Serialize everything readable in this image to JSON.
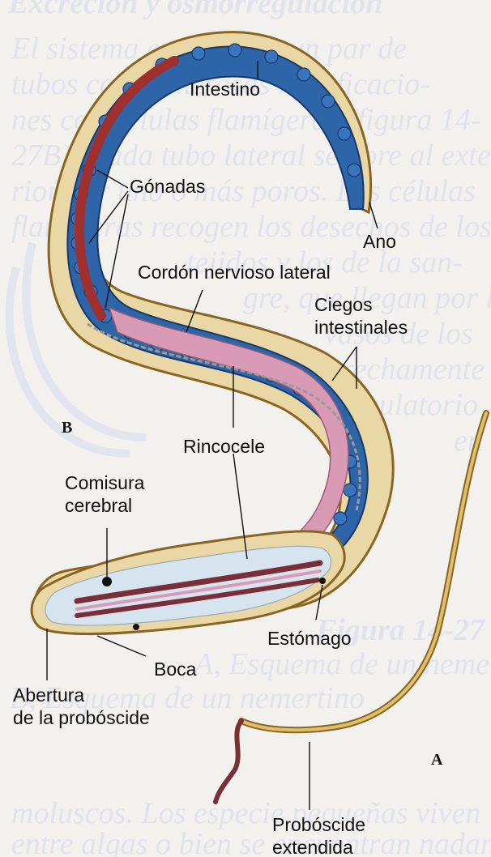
{
  "labels": {
    "intestino": "Intestino",
    "gonadas": "Gónadas",
    "ano": "Ano",
    "cordon": "Cordón nervioso lateral",
    "ciegos_1": "Ciegos",
    "ciegos_2": "intestinales",
    "rincocele": "Rincocele",
    "comisura_1": "Comisura",
    "comisura_2": "cerebral",
    "estomago": "Estómago",
    "boca": "Boca",
    "abertura_1": "Abertura",
    "abertura_2": "de la probóscide",
    "proboscide_1": "Probóscide",
    "proboscide_2": "extendida",
    "panel_a": "A",
    "panel_b": "B"
  },
  "background_text": {
    "lines": [
      "Excreción y osmorregulación",
      "El sistema excretor es un par de",
      "tubos con numerosas ramificacio-",
      "nes con células flamígeras (figura 14-",
      "27B). Cada tubo lateral se abre al exte-",
      "rior por uno o más poros. Las células",
      "flamígeras recogen los desechos de los",
      "tejidos y los de la san-",
      "gre, que llegan por los",
      "vasos de los",
      "estrechamente",
      "circulatorio",
      "en",
      "Figura 14-27",
      "A, Esquema de un nemertino",
      "B, Esquema de un nemertino",
      "moluscos. Los especie pequeñas viven",
      "entre algas o bien se encuentran nadan-"
    ]
  },
  "colors": {
    "body_outline": "#c99a3b",
    "body_fill": "#ead7a6",
    "intestine": "#2e64a8",
    "intestine_dark": "#1d4c88",
    "gonad": "#a0302e",
    "rhynchocoel": "#d89ab4",
    "nerve": "#b8b8b8",
    "proboscis": "#7a2e37"
  }
}
